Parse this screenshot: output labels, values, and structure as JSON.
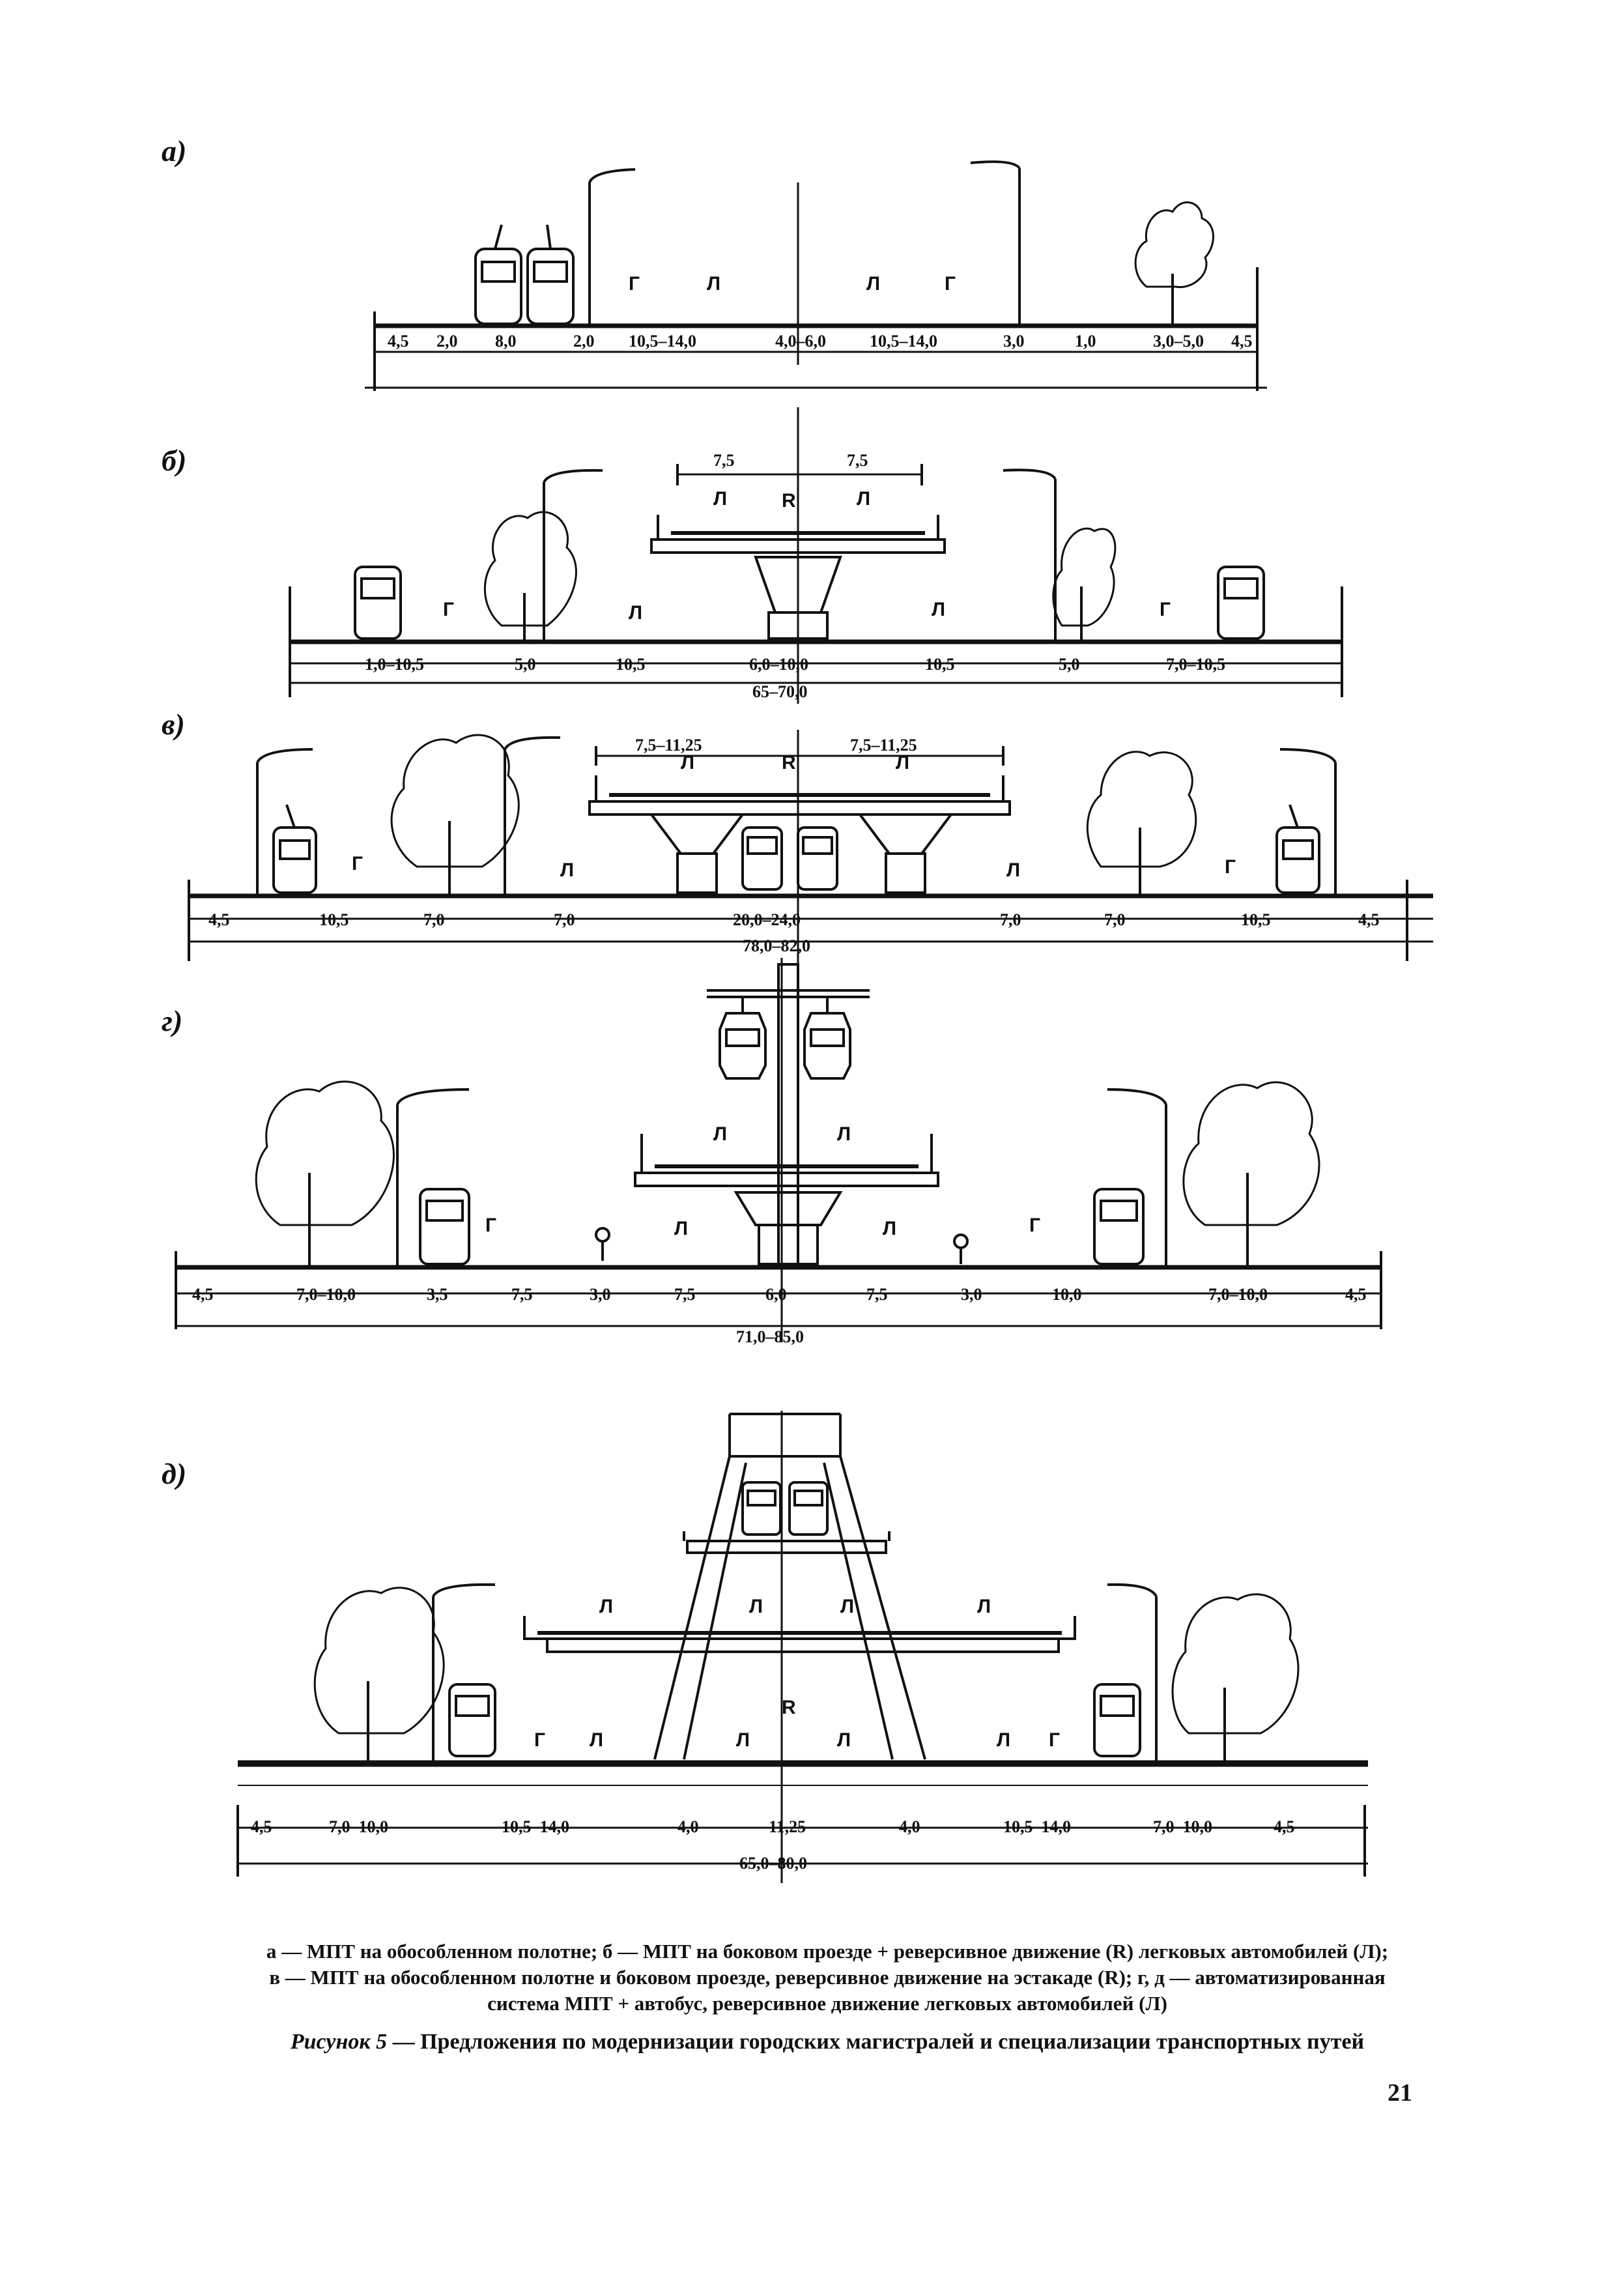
{
  "panels": {
    "a": {
      "label": "а)",
      "lane_symbols": [
        "Г",
        "Л",
        "Л",
        "Г"
      ],
      "dims_row1": [
        "4,5",
        "2,0",
        "8,0",
        "2,0",
        "10,5–14,0",
        "4,0–6,0",
        "10,5–14,0",
        "3,0",
        "1,0",
        "3,0–5,0",
        "4,5"
      ]
    },
    "b": {
      "label": "б)",
      "lane_symbols": [
        "Г",
        "Л",
        "Л",
        "Г"
      ],
      "deck_symbols": [
        "Л",
        "R",
        "Л"
      ],
      "deck_dims": [
        "7,5",
        "7,5"
      ],
      "dims_row1": [
        "1,0–10,5",
        "5,0",
        "10,5",
        "6,0–10,0",
        "10,5",
        "5,0",
        "7,0–10,5"
      ],
      "dims_total": "65–70,0"
    },
    "v": {
      "label": "в)",
      "lane_symbols": [
        "Г",
        "Л",
        "Л",
        "Г"
      ],
      "deck_symbols": [
        "Л",
        "R",
        "Л"
      ],
      "deck_dims": [
        "7,5–11,25",
        "7,5–11,25"
      ],
      "dims_row1": [
        "4,5",
        "10,5",
        "7,0",
        "7,0",
        "20,0–24,0",
        "7,0",
        "7,0",
        "10,5",
        "4,5"
      ],
      "dims_total": "78,0–82,0"
    },
    "g": {
      "label": "г)",
      "lane_symbols": [
        "Г",
        "Л",
        "Л",
        "Г"
      ],
      "deck_symbols": [
        "Л",
        "Л"
      ],
      "dims_row1": [
        "4,5",
        "7,0–10,0",
        "3,5",
        "7,5",
        "3,0",
        "7,5",
        "6,0",
        "7,5",
        "3,0",
        "10,0",
        "7,0–10,0",
        "4,5"
      ],
      "dims_total": "71,0–85,0"
    },
    "d": {
      "label": "д)",
      "lane_symbols": [
        "Г",
        "Л",
        "Л",
        "Л",
        "Л",
        "Г"
      ],
      "deck_symbols": [
        "Л",
        "Л",
        "Л",
        "Л"
      ],
      "center_symbol": "R",
      "dims_row1": [
        "4,5",
        "7,0–10,0",
        "10,5–14,0",
        "4,0",
        "11,25",
        "4,0",
        "10,5–14,0",
        "7,0–10,0",
        "4,5"
      ],
      "dims_total": "65,0–80,0"
    }
  },
  "caption": {
    "line1": "а — МПТ на обособленном полотне; б — МПТ на боковом проезде + реверсивное движение (R) легковых автомобилей (Л);",
    "line2": "в — МПТ на обособленном полотне и боковом проезде, реверсивное движение на эстакаде (R); г, д — автоматизированная",
    "line3": "система МПТ + автобус, реверсивное движение легковых автомобилей (Л)"
  },
  "figure_title": {
    "lead": "Рисунок 5",
    "text": " — Предложения по модернизации городских магистралей и специализации транспортных путей"
  },
  "page_number": "21"
}
